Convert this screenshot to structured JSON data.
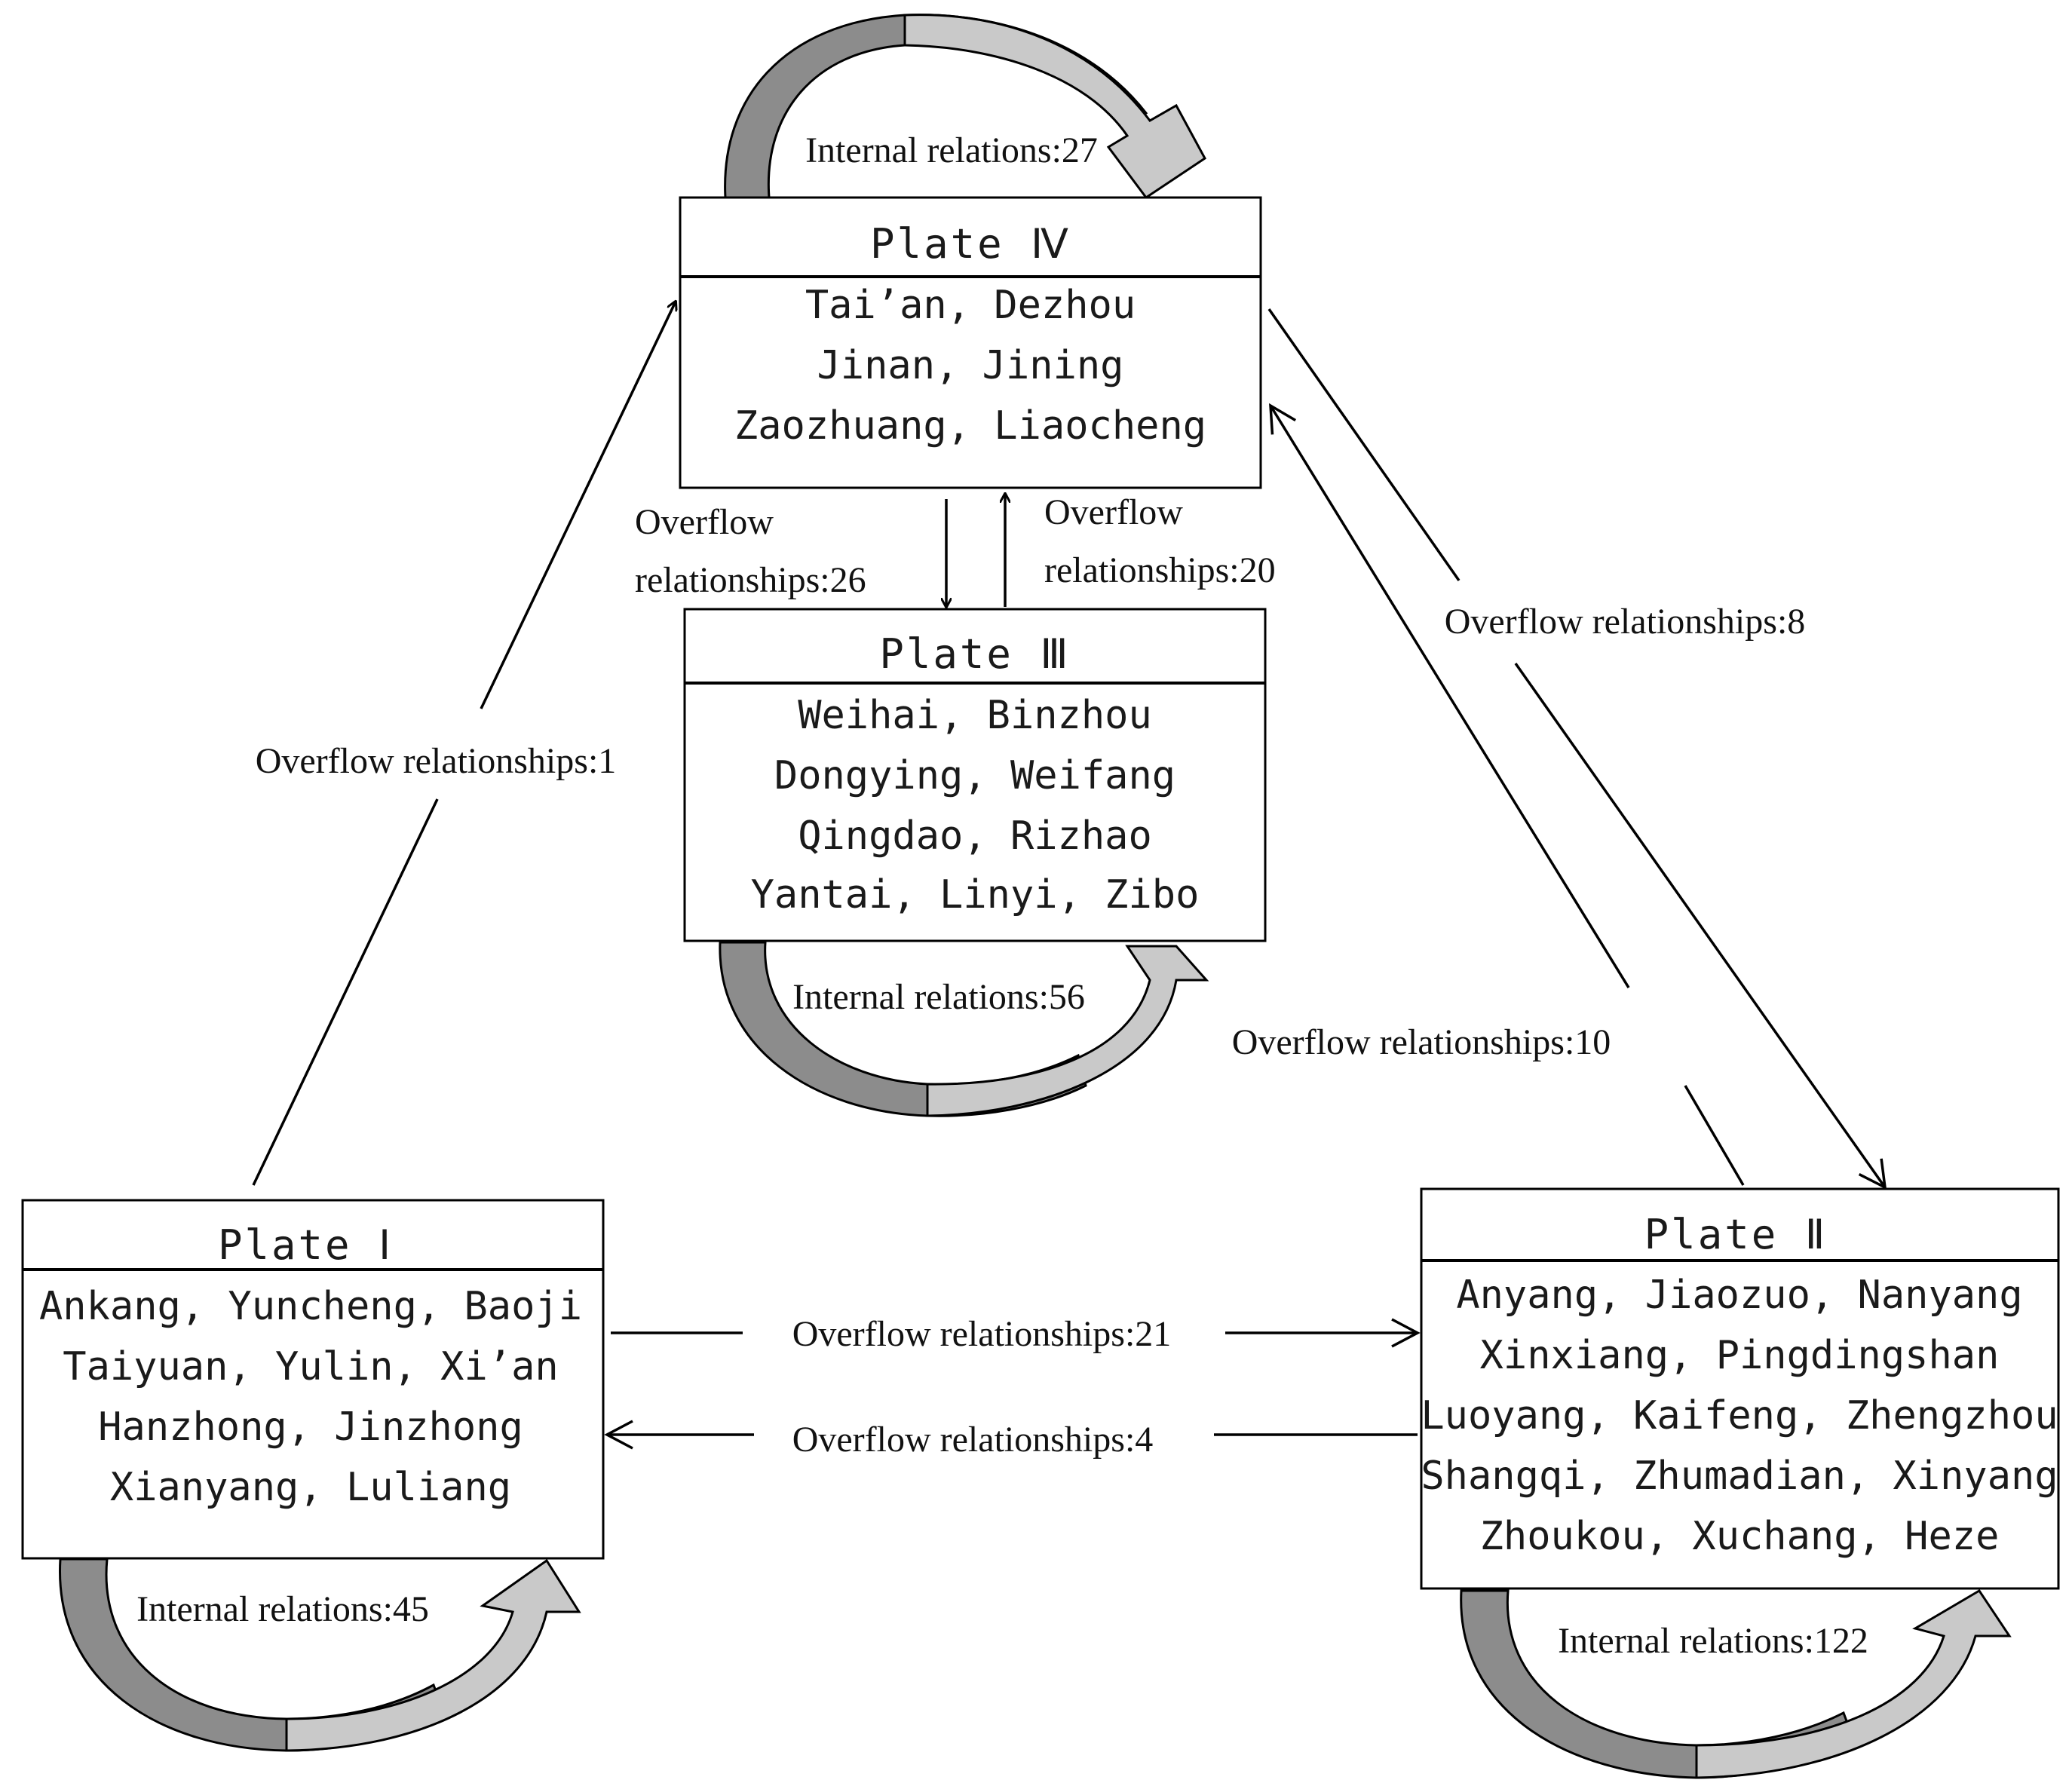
{
  "plates": {
    "p4": {
      "title": "Plate Ⅳ",
      "cities": [
        "Tai’an, Dezhou",
        "Jinan, Jining",
        "Zaozhuang, Liaocheng"
      ],
      "internal": "Internal relations:27"
    },
    "p3": {
      "title": "Plate Ⅲ",
      "cities": [
        "Weihai, Binzhou",
        "Dongying, Weifang",
        "Qingdao, Rizhao",
        "Yantai,  Linyi, Zibo"
      ],
      "internal": "Internal relations:56"
    },
    "p1": {
      "title": "Plate Ⅰ",
      "cities": [
        "Ankang, Yuncheng, Baoji",
        "Taiyuan, Yulin, Xi’an",
        "Hanzhong, Jinzhong",
        "Xianyang,  Luliang"
      ],
      "internal": "Internal relations:45"
    },
    "p2": {
      "title": "Plate Ⅱ",
      "cities": [
        "Anyang, Jiaozuo, Nanyang",
        "Xinxiang, Pingdingshan",
        "Luoyang, Kaifeng, Zhengzhou",
        "Shangqi, Zhumadian, Xinyang",
        "Zhoukou, Xuchang, Heze"
      ],
      "internal": "Internal relations:122"
    }
  },
  "flows": {
    "p4_to_p3": [
      "Overflow",
      "relationships:26"
    ],
    "p3_to_p4": [
      "Overflow",
      "relationships:20"
    ],
    "p1_to_p4": "Overflow relationships:1",
    "p4_to_p2": "Overflow relationships:8",
    "p2_to_p4": "Overflow relationships:10",
    "p1_to_p2": "Overflow relationships:21",
    "p2_to_p1": "Overflow relationships:4"
  }
}
